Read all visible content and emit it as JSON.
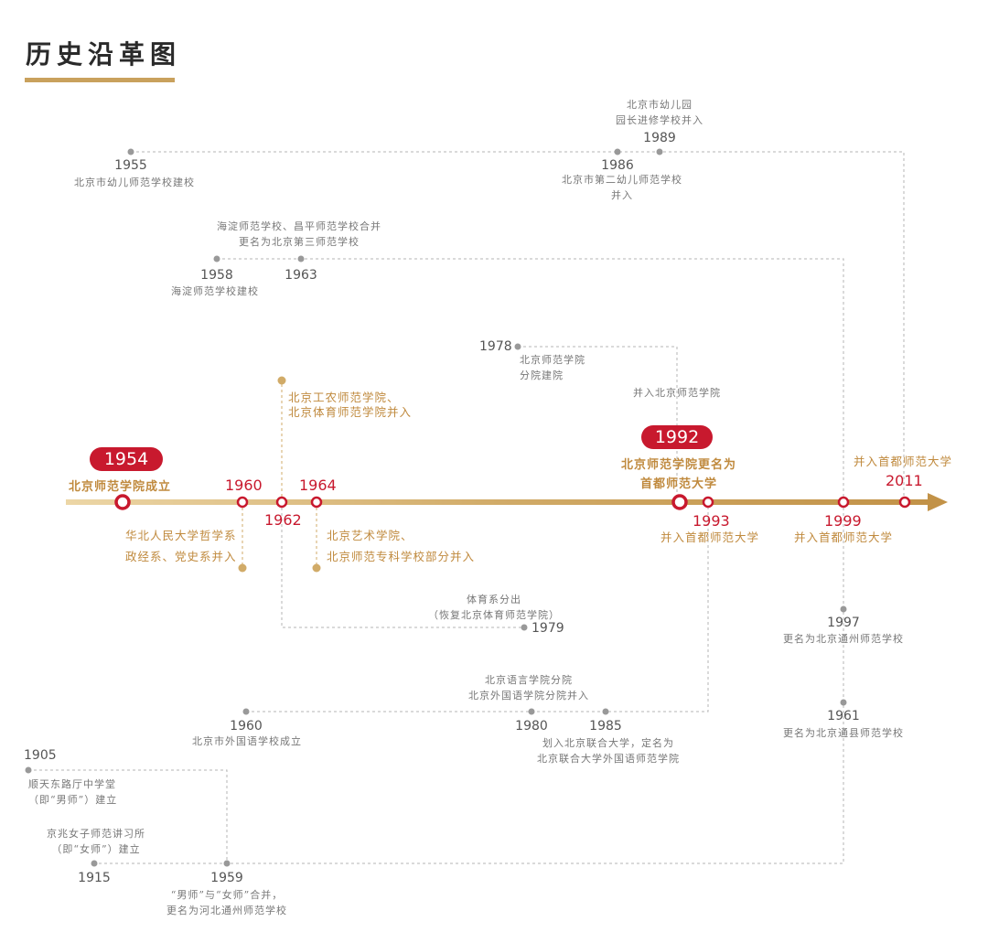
{
  "title": "历史沿革图",
  "colors": {
    "gold": "#c9a15d",
    "red": "#c8192e",
    "gray": "#999999"
  },
  "main_timeline": {
    "start": {
      "year": "1954",
      "label": "北京师范学院成立"
    },
    "e1960": {
      "year": "1960",
      "note": [
        "华北人民大学哲学系",
        "政经系、党史系并入"
      ]
    },
    "e1962": {
      "year": "1962",
      "note": [
        "北京工农师范学院、",
        "北京体育师范学院并入"
      ]
    },
    "e1964": {
      "year": "1964",
      "note": [
        "北京艺术学院、",
        "北京师范专科学校部分并入"
      ]
    },
    "e1992": {
      "year": "1992",
      "label": [
        "北京师范学院更名为",
        "首都师范大学"
      ]
    },
    "e1993": {
      "year": "1993",
      "label": "并入首都师范大学"
    },
    "e1999": {
      "year": "1999",
      "label": "并入首都师范大学"
    },
    "e2011": {
      "year": "2011",
      "label": "并入首都师范大学"
    }
  },
  "branch_kindergarten": {
    "y1955": "1955",
    "n1955": "北京市幼儿师范学校建校",
    "y1986": "1986",
    "n1986": [
      "北京市第二幼儿师范学校",
      "并入"
    ],
    "y1989": "1989",
    "n1989": [
      "北京市幼儿园",
      "园长进修学校并入"
    ]
  },
  "branch_third_normal": {
    "y1958": "1958",
    "n1958": "海淀师范学校建校",
    "y1963": "1963",
    "n1963": [
      "海淀师范学校、昌平师范学校合并",
      "更名为北京第三师范学校"
    ]
  },
  "branch_branch_college": {
    "y1978": "1978",
    "n1978": [
      "北京师范学院",
      "分院建院"
    ],
    "merge": "并入北京师范学院"
  },
  "branch_sports": {
    "y1979": "1979",
    "n1979": [
      "体育系分出",
      "（恢复北京体育师范学院）"
    ]
  },
  "branch_foreign_lang": {
    "y1960": "1960",
    "n1960": "北京市外国语学校成立",
    "y1980": "1980",
    "n1980": [
      "北京语言学院分院",
      "北京外国语学院分院并入"
    ],
    "y1985": "1985",
    "n1985": [
      "划入北京联合大学，定名为",
      "北京联合大学外国语师范学院"
    ]
  },
  "branch_tongzhou": {
    "y1905": "1905",
    "n1905": [
      "顺天东路厅中学堂",
      "（即“男师”）建立"
    ],
    "y1915": "1915",
    "n1915": [
      "京兆女子师范讲习所",
      "（即“女师”）建立"
    ],
    "y1959": "1959",
    "n1959": [
      "“男师”与“女师”合并，",
      "更名为河北通州师范学校"
    ],
    "y1961": "1961",
    "n1961": "更名为北京通县师范学校",
    "y1997": "1997",
    "n1997": "更名为北京通州师范学校"
  }
}
